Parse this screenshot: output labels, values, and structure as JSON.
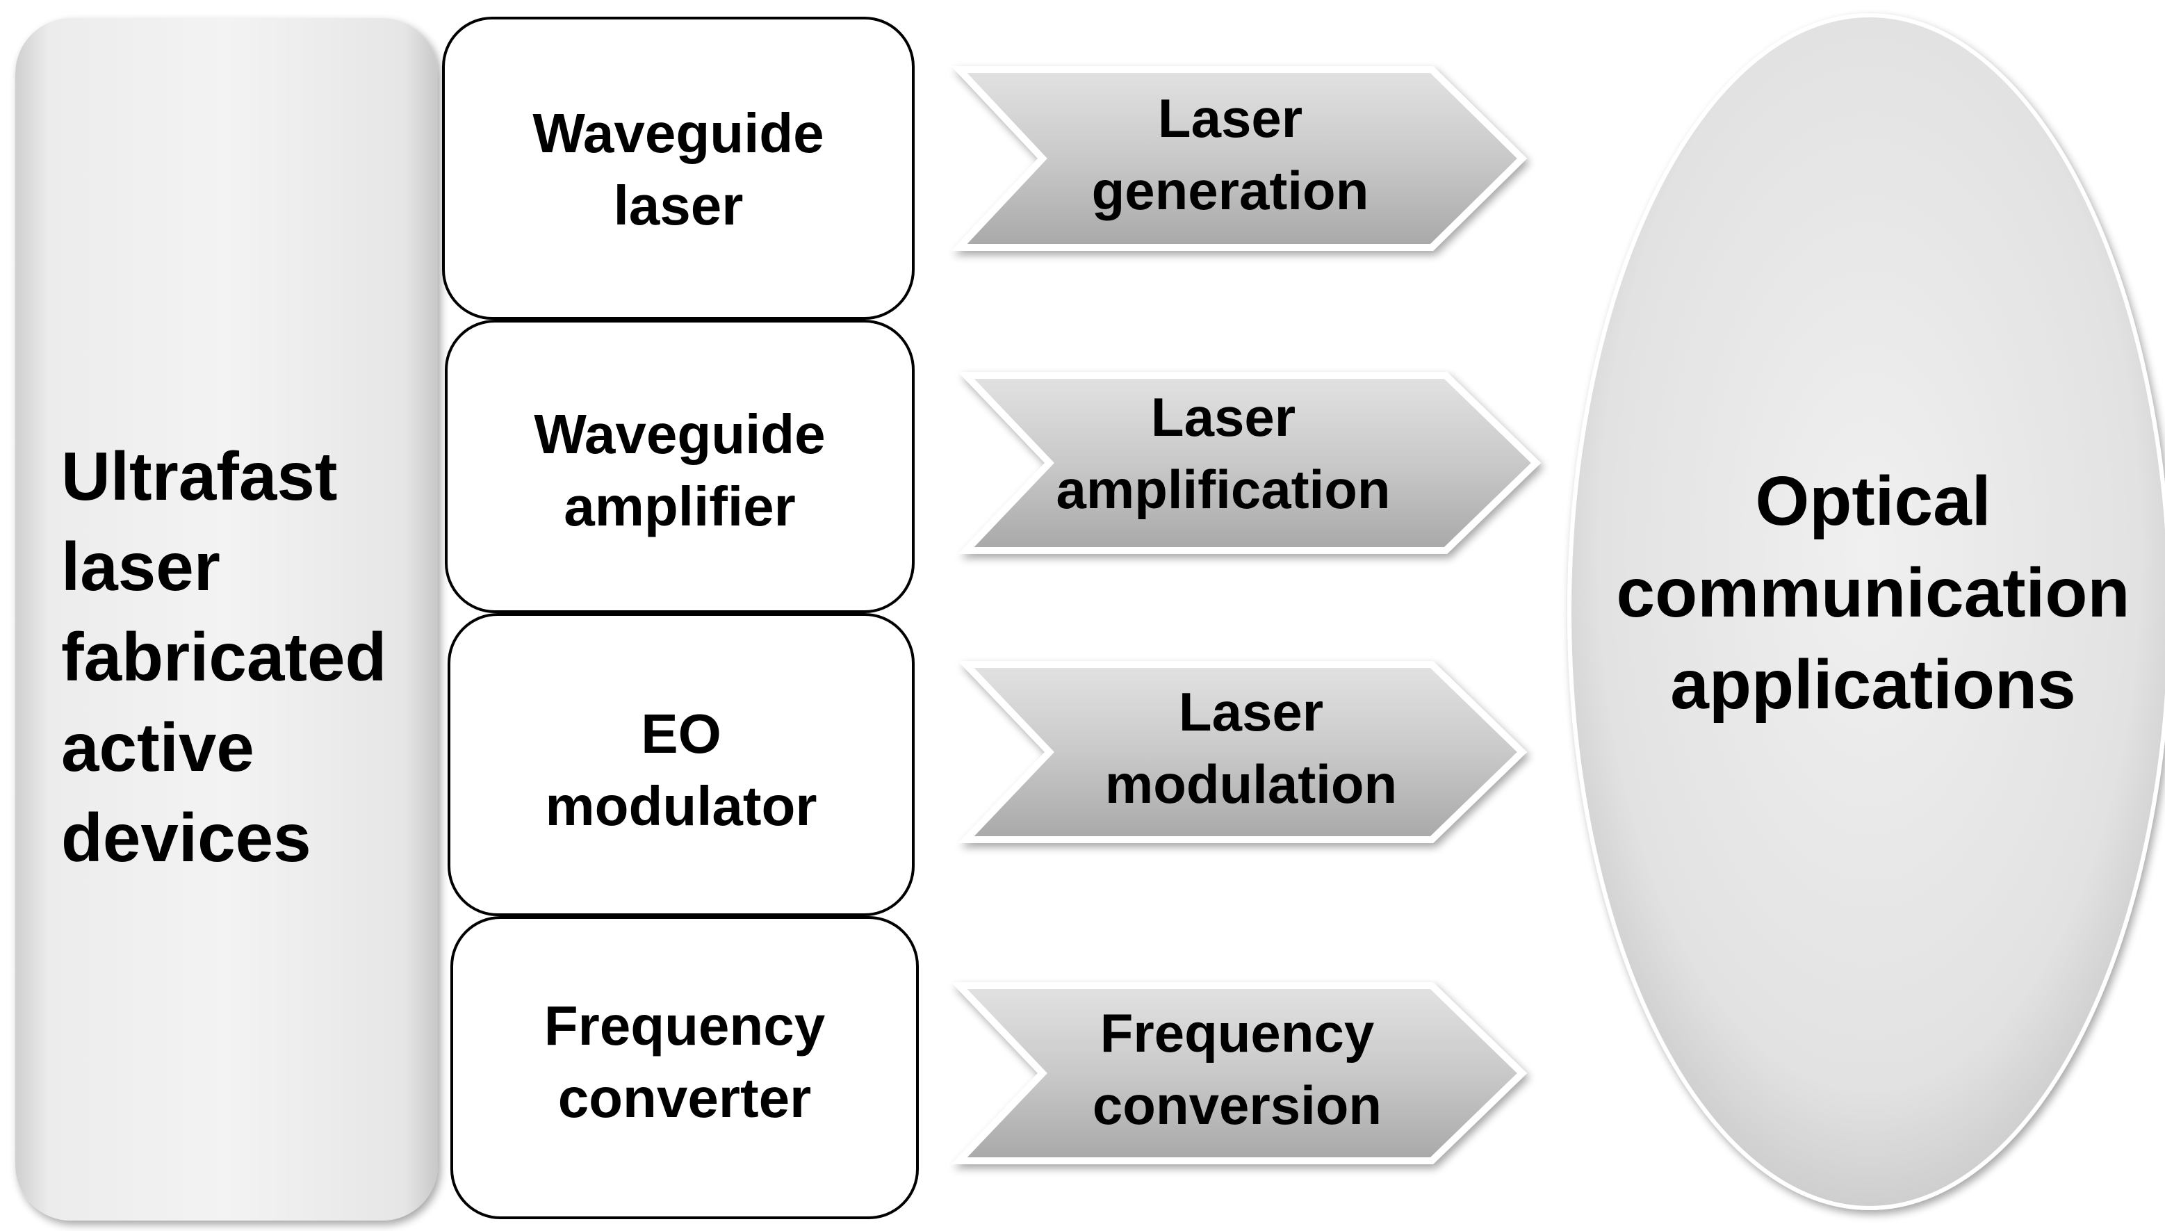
{
  "left_panel": {
    "label": "Ultrafast\nlaser\nfabricated\nactive\ndevices"
  },
  "devices": [
    {
      "label": "Waveguide\nlaser"
    },
    {
      "label": "Waveguide\namplifier"
    },
    {
      "label": "EO\nmodulator"
    },
    {
      "label": "Frequency\nconverter"
    }
  ],
  "functions": [
    {
      "label": "Laser\ngeneration"
    },
    {
      "label": "Laser\namplification"
    },
    {
      "label": "Laser\nmodulation"
    },
    {
      "label": "Frequency\nconversion"
    }
  ],
  "target": {
    "label": "Optical\ncommunication\napplications"
  },
  "colors": {
    "panel_fill_light": "#f4f4f4",
    "panel_fill_dark": "#d2d2d2",
    "arrow_fill_light": "#d9d9d9",
    "arrow_fill_dark": "#a6a6a6",
    "box_border": "#000000",
    "text": "#000000"
  }
}
